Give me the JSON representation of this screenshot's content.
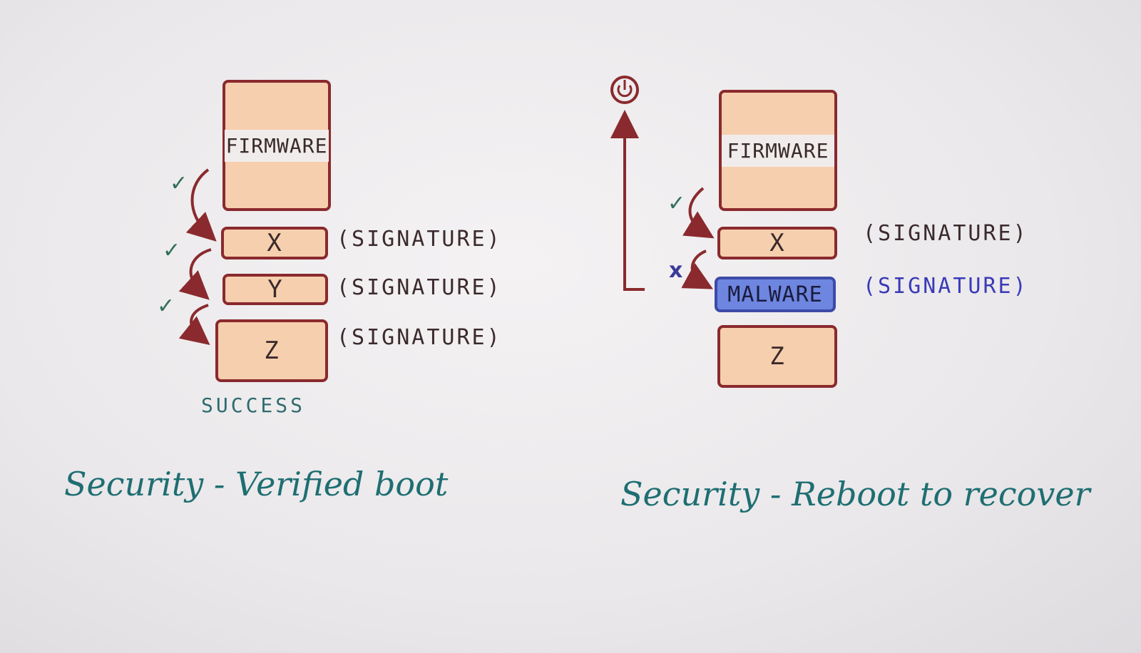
{
  "left": {
    "firmware_label": "FIRMWARE",
    "boxes": [
      "X",
      "Y",
      "Z"
    ],
    "signature_label": "(SIGNATURE)",
    "checks": [
      "✓",
      "✓",
      "✓"
    ],
    "status": "SUCCESS",
    "caption": "Security - Verified boot"
  },
  "right": {
    "firmware_label": "FIRMWARE",
    "box_x": "X",
    "malware_label": "MALWARE",
    "box_z": "Z",
    "signature_label": "(SIGNATURE)",
    "check": "✓",
    "fail_mark": "x",
    "power_icon": "power-icon",
    "caption": "Security - Reboot to recover"
  },
  "colors": {
    "box_fill": "#f6cfae",
    "box_border": "#8a2a2e",
    "malware_fill": "#6e86e0",
    "caption": "#1e6e72",
    "check": "#2f6f5a"
  }
}
